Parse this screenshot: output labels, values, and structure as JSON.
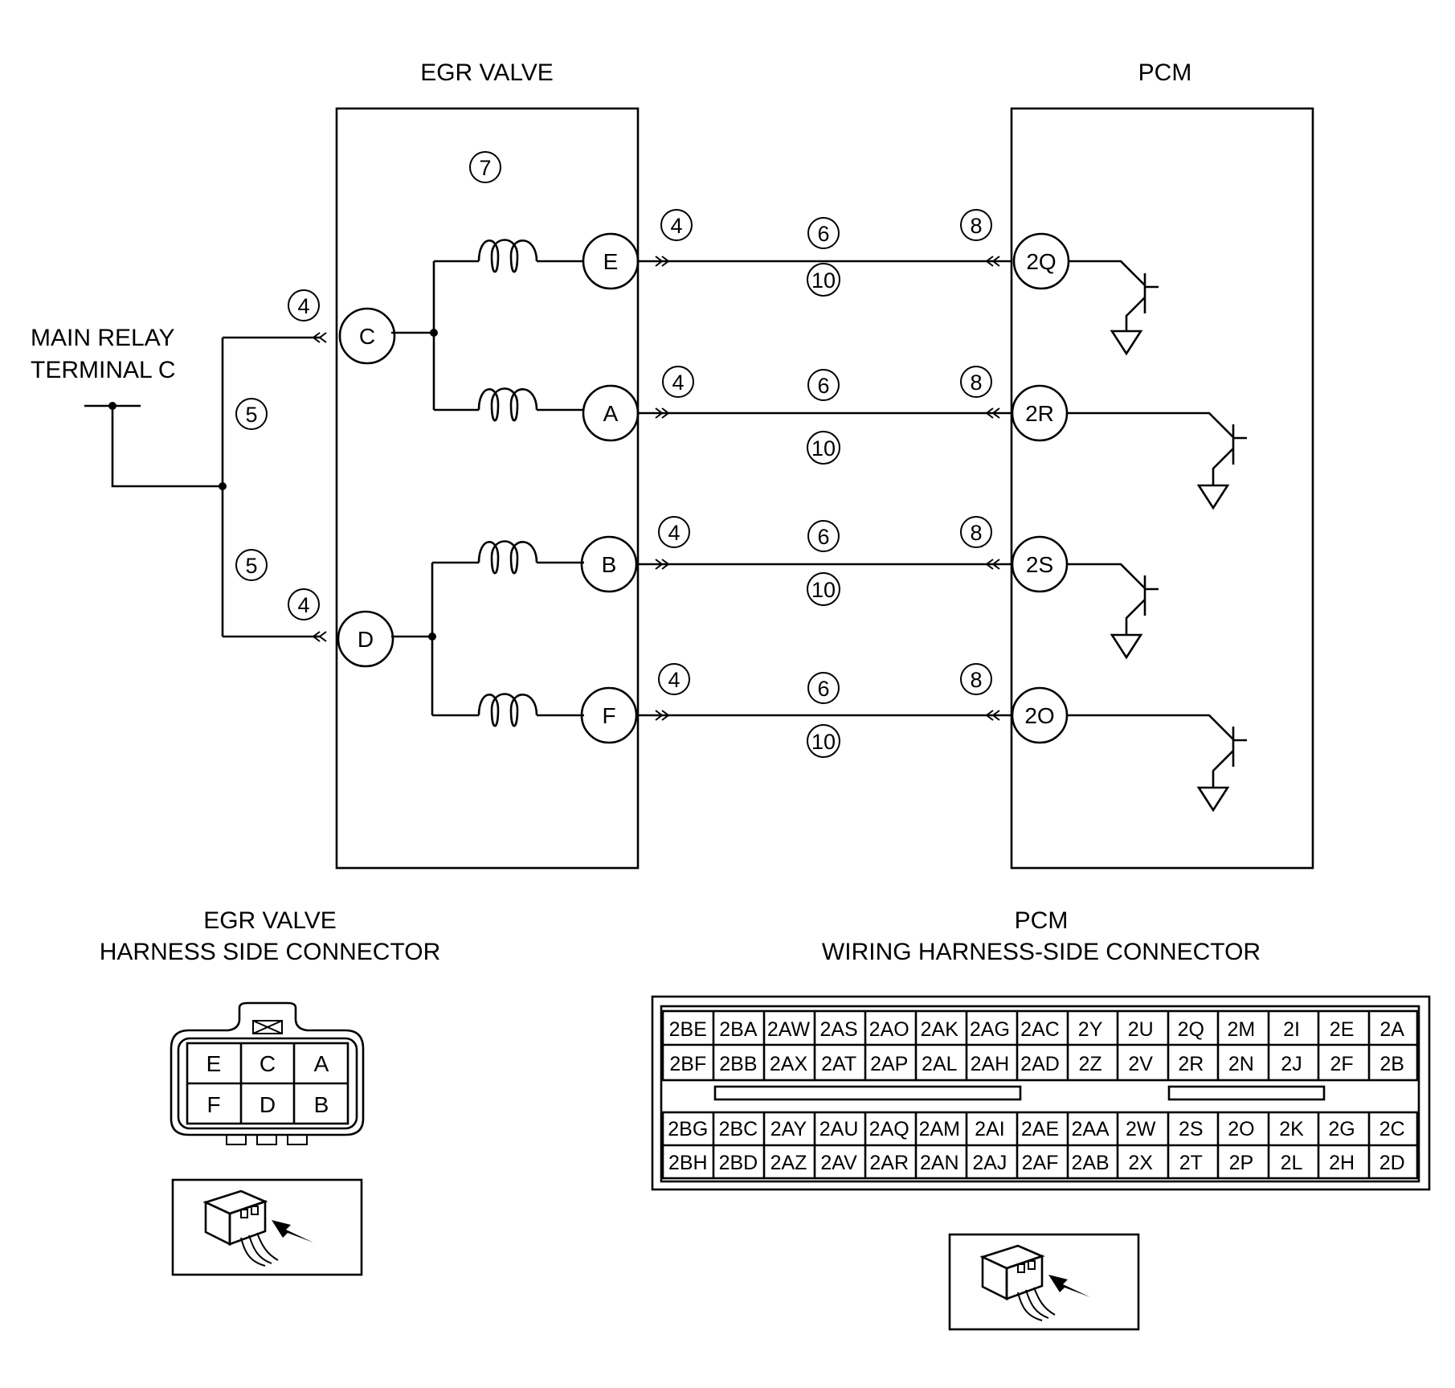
{
  "labels": {
    "egr_valve": "EGR VALVE",
    "pcm": "PCM",
    "main_relay_line1": "MAIN RELAY",
    "main_relay_line2": "TERMINAL C",
    "egr_conn_line1": "EGR VALVE",
    "egr_conn_line2": "HARNESS SIDE CONNECTOR",
    "pcm_conn_line1": "PCM",
    "pcm_conn_line2": "WIRING HARNESS-SIDE CONNECTOR"
  },
  "egr_pins": {
    "C": "C",
    "D": "D",
    "E": "E",
    "A": "A",
    "B": "B",
    "F": "F"
  },
  "pcm_pins": {
    "p2Q": "2Q",
    "p2R": "2R",
    "p2S": "2S",
    "p2O": "2O"
  },
  "step_numbers": {
    "n4": "4",
    "n5": "5",
    "n6": "6",
    "n7": "7",
    "n8": "8",
    "n10": "10"
  },
  "egr_connector": {
    "top_row": [
      "E",
      "C",
      "A"
    ],
    "bottom_row": [
      "F",
      "D",
      "B"
    ]
  },
  "pcm_connector": {
    "upper_rows": [
      [
        "2BE",
        "2BA",
        "2AW",
        "2AS",
        "2AO",
        "2AK",
        "2AG",
        "2AC",
        "2Y",
        "2U",
        "2Q",
        "2M",
        "2I",
        "2E",
        "2A"
      ],
      [
        "2BF",
        "2BB",
        "2AX",
        "2AT",
        "2AP",
        "2AL",
        "2AH",
        "2AD",
        "2Z",
        "2V",
        "2R",
        "2N",
        "2J",
        "2F",
        "2B"
      ]
    ],
    "lower_rows": [
      [
        "2BG",
        "2BC",
        "2AY",
        "2AU",
        "2AQ",
        "2AM",
        "2AI",
        "2AE",
        "2AA",
        "2W",
        "2S",
        "2O",
        "2K",
        "2G",
        "2C"
      ],
      [
        "2BH",
        "2BD",
        "2AZ",
        "2AV",
        "2AR",
        "2AN",
        "2AJ",
        "2AF",
        "2AB",
        "2X",
        "2T",
        "2P",
        "2L",
        "2H",
        "2D"
      ]
    ]
  }
}
